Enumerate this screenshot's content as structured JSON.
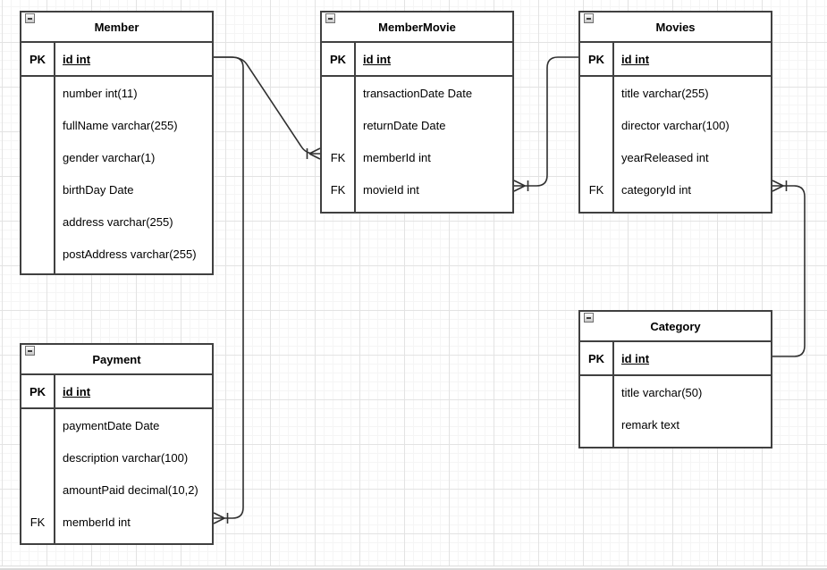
{
  "entities": [
    {
      "title": "Member",
      "key": "PK",
      "pk_field": "id int",
      "rows": [
        {
          "key": "",
          "field": "number int(11)"
        },
        {
          "key": "",
          "field": "fullName varchar(255)"
        },
        {
          "key": "",
          "field": "gender varchar(1)"
        },
        {
          "key": "",
          "field": "birthDay Date"
        },
        {
          "key": "",
          "field": "address varchar(255)"
        },
        {
          "key": "",
          "field": "postAddress varchar(255)"
        }
      ]
    },
    {
      "title": "MemberMovie",
      "key": "PK",
      "pk_field": "id int",
      "rows": [
        {
          "key": "",
          "field": "transactionDate Date"
        },
        {
          "key": "",
          "field": "returnDate Date"
        },
        {
          "key": "FK",
          "field": "memberId int"
        },
        {
          "key": "FK",
          "field": "movieId int"
        }
      ]
    },
    {
      "title": "Movies",
      "key": "PK",
      "pk_field": "id int",
      "rows": [
        {
          "key": "",
          "field": "title varchar(255)"
        },
        {
          "key": "",
          "field": "director varchar(100)"
        },
        {
          "key": "",
          "field": "yearReleased int"
        },
        {
          "key": "FK",
          "field": "categoryId int"
        }
      ]
    },
    {
      "title": "Payment",
      "key": "PK",
      "pk_field": "id int",
      "rows": [
        {
          "key": "",
          "field": "paymentDate Date"
        },
        {
          "key": "",
          "field": "description varchar(100)"
        },
        {
          "key": "",
          "field": "amountPaid decimal(10,2)"
        },
        {
          "key": "FK",
          "field": "memberId int"
        }
      ]
    },
    {
      "title": "Category",
      "key": "PK",
      "pk_field": "id int",
      "rows": [
        {
          "key": "",
          "field": "title varchar(50)"
        },
        {
          "key": "",
          "field": "remark text"
        }
      ]
    }
  ],
  "relationships": [
    {
      "from": "Member.id",
      "to": "MemberMovie.memberId",
      "type": "one-to-many"
    },
    {
      "from": "Member.id",
      "to": "Payment.memberId",
      "type": "one-to-many"
    },
    {
      "from": "Movies.id",
      "to": "MemberMovie.movieId",
      "type": "one-to-many"
    },
    {
      "from": "Category.id",
      "to": "Movies.categoryId",
      "type": "one-to-many"
    }
  ],
  "colors": {
    "entity_border": "#404040",
    "edge_stroke": "#303030",
    "grid_major": "#e3e3e3",
    "grid_minor": "#f5f5f5"
  }
}
